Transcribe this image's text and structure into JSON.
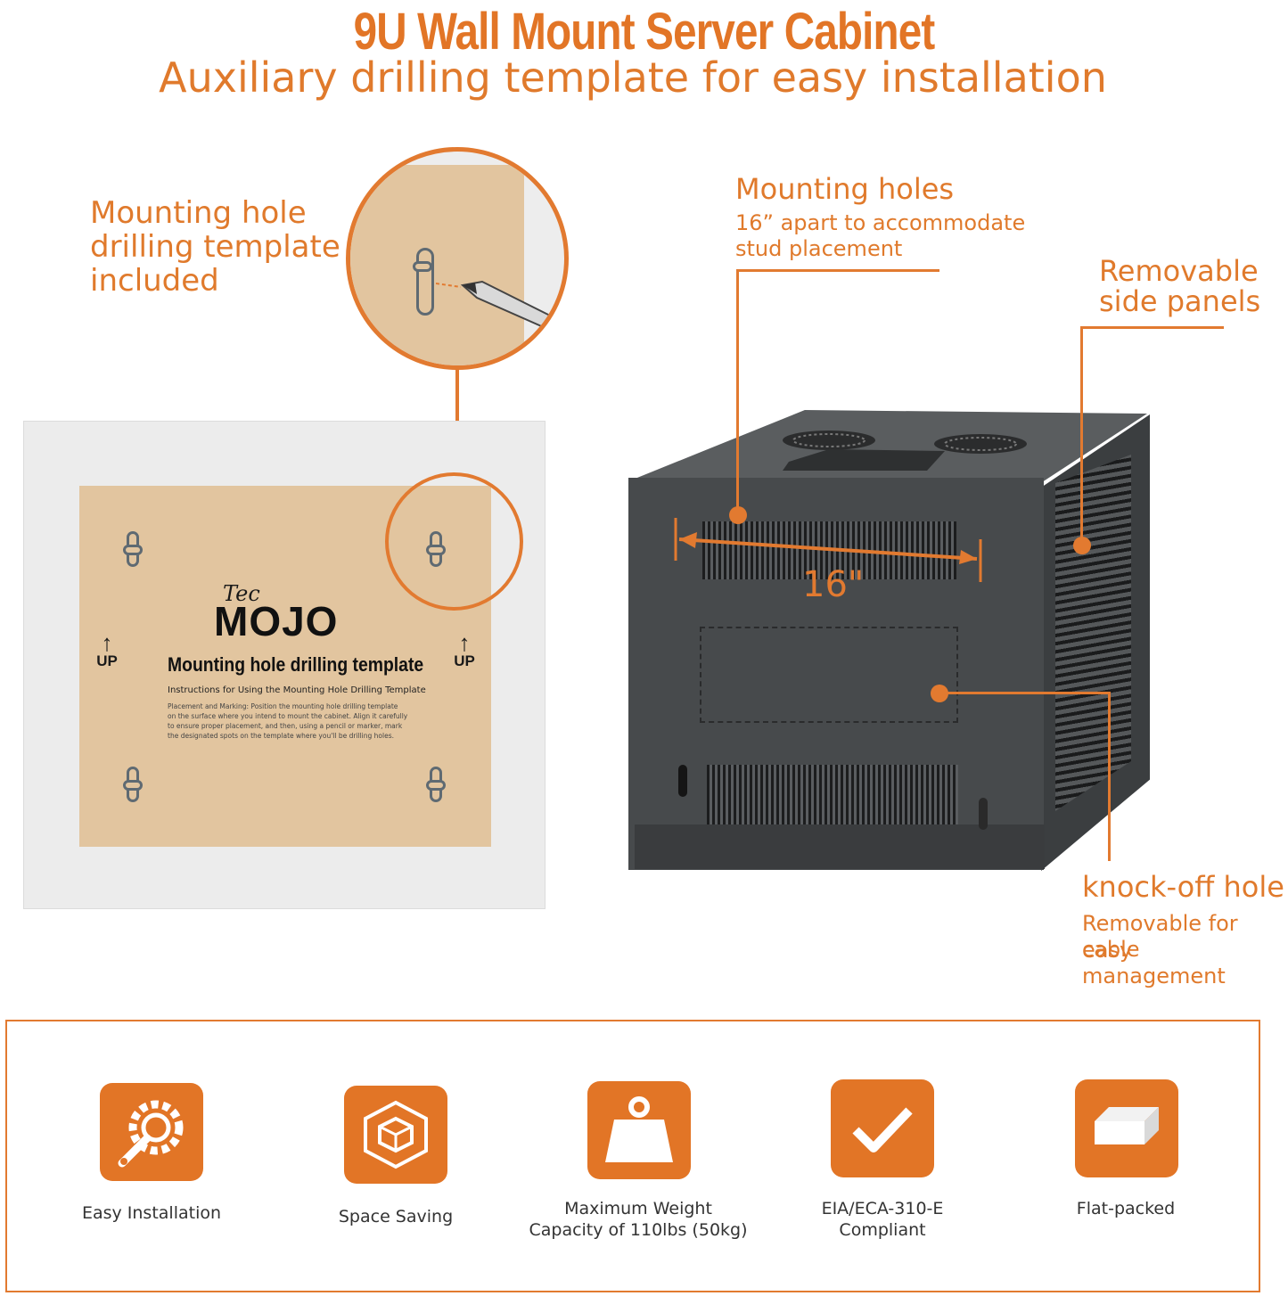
{
  "header": {
    "title": "9U Wall Mount Server Cabinet",
    "subtitle": "Auxiliary drilling template for easy installation"
  },
  "callouts": {
    "template": "Mounting hole drilling template included",
    "mounting_holes_title": "Mounting holes",
    "mounting_holes_detail_1": "16” apart to accommodate",
    "mounting_holes_detail_2": "stud placement",
    "side_panels_1": "Removable",
    "side_panels_2": "side panels",
    "knockoff_title": "knock-off hole",
    "knockoff_detail_1": "Removable for easy",
    "knockoff_detail_2": "cable management"
  },
  "template": {
    "brand_small": "Tec",
    "brand_big": "MOJO",
    "up_label": "UP",
    "title": "Mounting hole drilling template",
    "instructions_heading": "Instructions for Using the Mounting Hole Drilling Template",
    "instructions_body": "Placement and Marking: Position the mounting hole drilling template on the surface where you intend to mount the cabinet. Align it carefully to ensure proper placement, and then, using a pencil or marker, mark the designated spots on the template where you'll be drilling holes."
  },
  "cabinet": {
    "measure_label": "16\""
  },
  "features": [
    {
      "icon": "gear-wrench-icon",
      "label_1": "Easy Installation",
      "label_2": ""
    },
    {
      "icon": "cube-icon",
      "label_1": "Space Saving",
      "label_2": ""
    },
    {
      "icon": "weight-icon",
      "label_1": "Maximum Weight",
      "label_2": "Capacity of 110lbs (50kg)"
    },
    {
      "icon": "checkmark-icon",
      "label_1": "EIA/ECA-310-E",
      "label_2": "Compliant"
    },
    {
      "icon": "flat-box-icon",
      "label_1": "Flat-packed",
      "label_2": ""
    }
  ],
  "colors": {
    "accent": "#e27526",
    "template_paper": "#e2c59f",
    "cabinet": "#474a4c"
  }
}
